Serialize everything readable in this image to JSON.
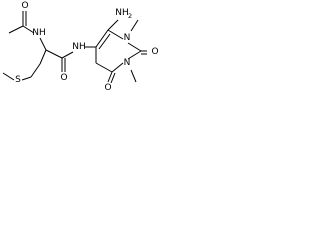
{
  "structure": {
    "atom_labels": {
      "nh2_label": "NH",
      "nh2_subscript": "2",
      "amide_nh": "NH",
      "ring_n_upper": "N",
      "ring_n_lower": "N",
      "ring_o_right": "O",
      "ring_o_bottom": "O",
      "amide_o": "O",
      "acetyl_o": "O",
      "acetyl_nh": "NH",
      "sulfur": "S"
    }
  }
}
